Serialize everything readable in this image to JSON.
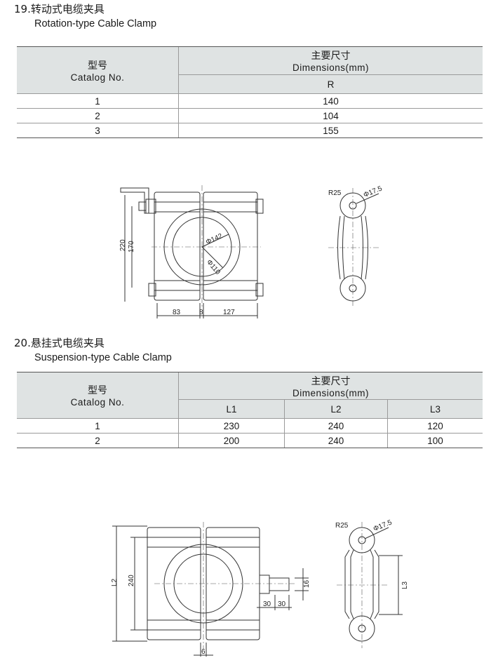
{
  "section19": {
    "title": "19.转动式电缆夹具",
    "subtitle": "Rotation-type Cable Clamp",
    "table": {
      "catalog_cn": "型号",
      "catalog_en": "Catalog No.",
      "dims_cn": "主要尺寸",
      "dims_en": "Dimensions(mm)",
      "columns": [
        "R"
      ],
      "rows": [
        {
          "no": "1",
          "values": [
            "140"
          ]
        },
        {
          "no": "2",
          "values": [
            "104"
          ]
        },
        {
          "no": "3",
          "values": [
            "155"
          ]
        }
      ]
    },
    "drawing": {
      "dim_220": "220",
      "dim_170": "170",
      "dim_phi142": "Φ142",
      "dim_phi110": "Φ110",
      "dim_83": "83",
      "dim_8": "8",
      "dim_127": "127",
      "dim_r25": "R25",
      "dim_phi17_5": "Φ17.5"
    }
  },
  "section20": {
    "title": "20.悬挂式电缆夹具",
    "subtitle": "Suspension-type Cable Clamp",
    "table": {
      "catalog_cn": "型号",
      "catalog_en": "Catalog No.",
      "dims_cn": "主要尺寸",
      "dims_en": "Dimensions(mm)",
      "columns": [
        "L1",
        "L2",
        "L3"
      ],
      "rows": [
        {
          "no": "1",
          "values": [
            "230",
            "240",
            "120"
          ]
        },
        {
          "no": "2",
          "values": [
            "200",
            "240",
            "100"
          ]
        }
      ]
    },
    "drawing": {
      "dim_l2": "L2",
      "dim_240": "240",
      "dim_16": "16",
      "dim_30a": "30",
      "dim_30b": "30",
      "dim_6": "6",
      "dim_r25": "R25",
      "dim_phi17_5": "Φ17.5",
      "dim_l3": "L3"
    }
  }
}
